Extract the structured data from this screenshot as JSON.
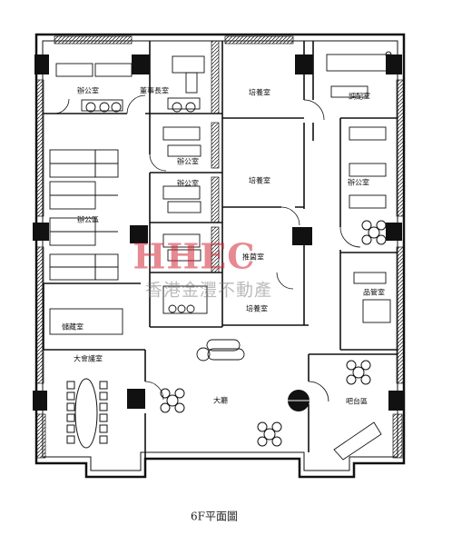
{
  "rooms": {
    "office_tl": "辦公室",
    "chairman": "董事長室",
    "office_a": "辦公室",
    "office_b": "辦公室",
    "office_area": "辦公區",
    "storage": "儲藏室",
    "culture_1": "培養室",
    "culture_2": "培養室",
    "sterile": "推菌室",
    "culture_3": "培養室",
    "prep": "調配室",
    "office_right": "辦公室",
    "stationery": "品管室",
    "meeting": "大會議室",
    "lobby": "大廳",
    "bar": "吧台區"
  },
  "watermark": {
    "logo": "HHEC",
    "agency": "香港金灃不動產"
  },
  "caption": "6F平面圖",
  "colors": {
    "wall": "#111111",
    "watermark": "#d22837"
  }
}
